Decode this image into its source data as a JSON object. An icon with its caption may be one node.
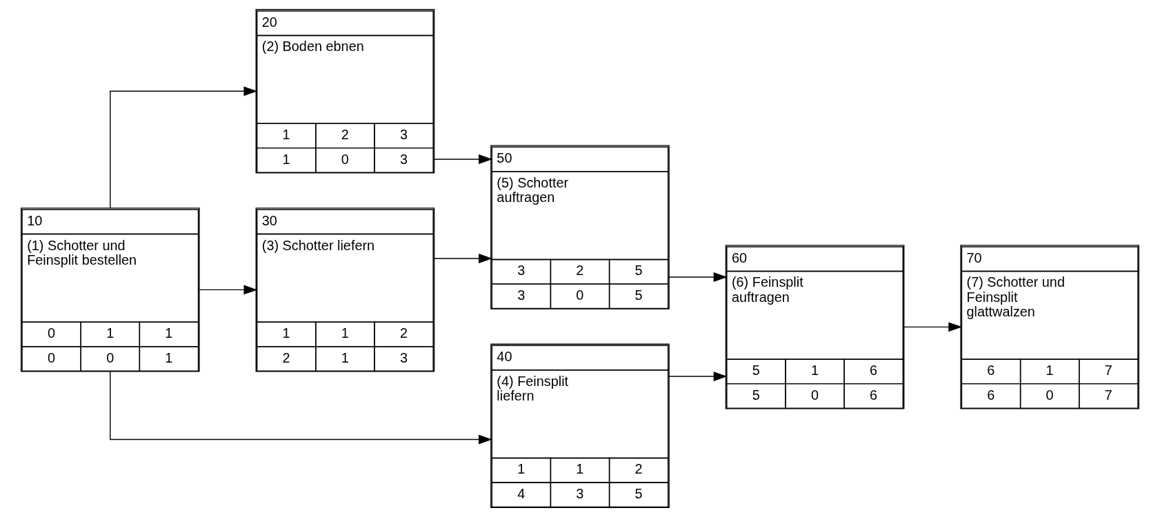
{
  "diagram": {
    "nodes": [
      {
        "text": [
          "10",
          "(1) Schotter und Feinsplit bestellen",
          "0",
          "1",
          "1",
          "0",
          "0",
          "1"
        ]
      },
      {
        "text": [
          "20",
          "(2) Boden ebnen",
          "1",
          "2",
          "3",
          "1",
          "0",
          "3"
        ]
      },
      {
        "text": [
          "30",
          "(3) Schotter liefern",
          "1",
          "1",
          "2",
          "2",
          "1",
          "3"
        ]
      },
      {
        "text": [
          "40",
          "(4) Feinsplit liefern",
          "1",
          "1",
          "2",
          "4",
          "3",
          "5"
        ]
      },
      {
        "text": [
          "50",
          "(5) Schotter auftragen",
          "3",
          "2",
          "5",
          "3",
          "0",
          "5"
        ]
      },
      {
        "text": [
          "60",
          "(6) Feinsplit auftragen",
          "5",
          "1",
          "6",
          "5",
          "0",
          "6"
        ]
      },
      {
        "text": [
          "70",
          "(7) Schotter und Feinsplit glattwalzen",
          "6",
          "1",
          "7",
          "6",
          "0",
          "7"
        ]
      }
    ],
    "edges": [
      {
        "from": 0,
        "to": 1,
        "arrow": "to"
      },
      {
        "from": 0,
        "to": 2,
        "arrow": "to"
      },
      {
        "from": 0,
        "to": 3,
        "arrow": "to"
      },
      {
        "from": 1,
        "to": 4,
        "arrow": "to"
      },
      {
        "from": 2,
        "to": 4,
        "arrow": "to"
      },
      {
        "from": 4,
        "to": 5,
        "arrow": "to"
      },
      {
        "from": 3,
        "to": 5,
        "arrow": "to"
      },
      {
        "from": 5,
        "to": 6,
        "arrow": "to"
      }
    ]
  }
}
